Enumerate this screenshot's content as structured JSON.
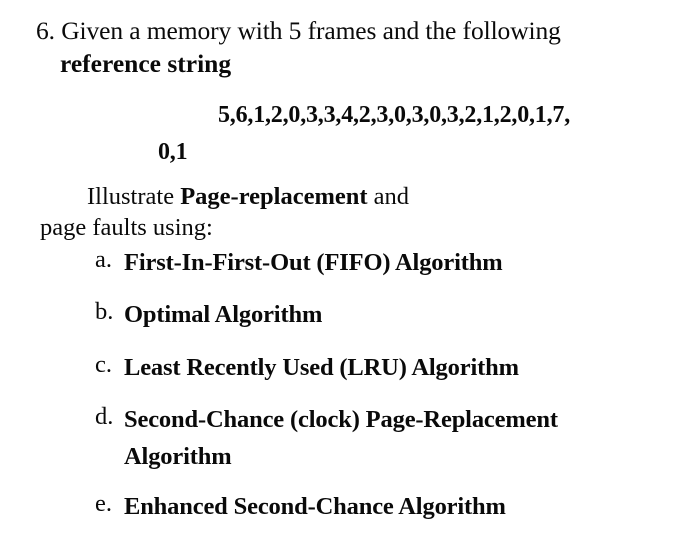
{
  "document": {
    "question_number": "6.",
    "stem_line_1": "6. Given a memory with 5 frames and the following",
    "stem_line_2": "reference string",
    "reference_string_line_1": "5,6,1,2,0,3,3,4,2,3,0,3,0,3,2,1,2,0,1,7,",
    "reference_string_line_2": "0,1",
    "instruction_prefix": "Illustrate ",
    "instruction_bold": "Page-replacement",
    "instruction_suffix": " and",
    "instruction_line_2": "page faults using:",
    "options": [
      {
        "marker": "a.",
        "text": "First-In-First-Out (FIFO) Algorithm"
      },
      {
        "marker": "b.",
        "text": "Optimal Algorithm"
      },
      {
        "marker": "c.",
        "text": "Least Recently Used (LRU) Algorithm"
      },
      {
        "marker": "d.",
        "text": "Second-Chance (clock) Page-Replacement\nAlgorithm"
      },
      {
        "marker": "e.",
        "text": "Enhanced Second-Chance Algorithm"
      }
    ],
    "colors": {
      "background": "#ffffff",
      "text": "#0a0a0a"
    }
  }
}
